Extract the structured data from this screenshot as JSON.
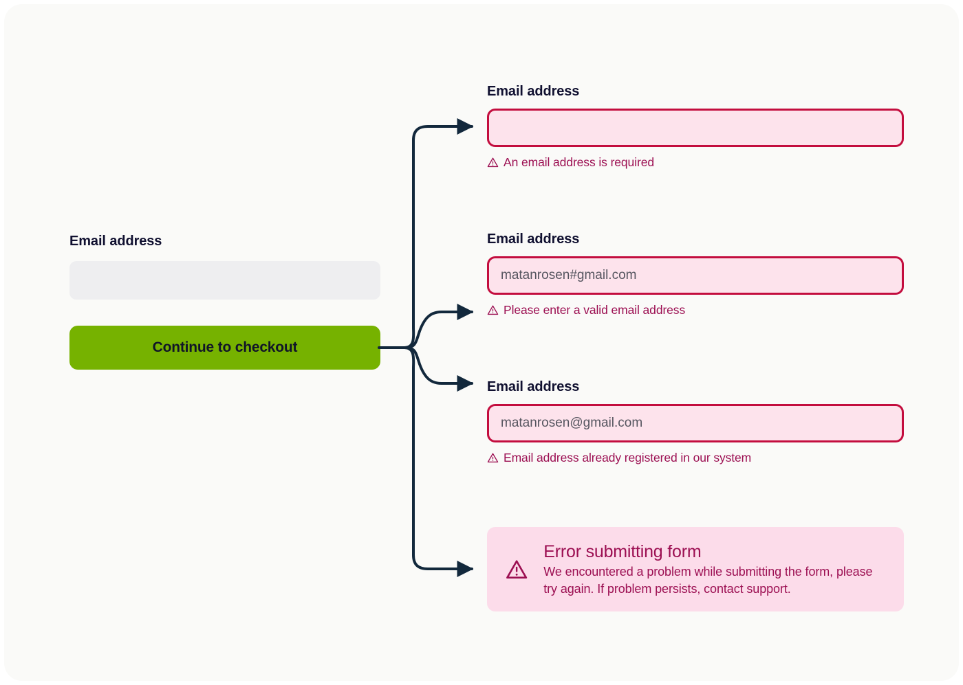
{
  "theme": {
    "page_bg": "#fafaf8",
    "accent_green": "#76b200",
    "error_border": "#c30d3e",
    "error_fill": "#fde3ec",
    "error_text": "#9c0f52",
    "label_color": "#101030",
    "connector_color": "#12283c",
    "neutral_input_bg": "#eeeef0"
  },
  "left_form": {
    "label": "Email address",
    "input_value": "",
    "input_placeholder": "",
    "submit_label": "Continue to checkout"
  },
  "states": [
    {
      "label": "Email address",
      "input_value": "",
      "input_placeholder": "",
      "error_text": "An email address is required",
      "icon": "warning-triangle-icon"
    },
    {
      "label": "Email address",
      "input_value": "",
      "input_placeholder": "matanrosen#gmail.com",
      "error_text": "Please enter a valid email address",
      "icon": "warning-triangle-icon"
    },
    {
      "label": "Email address",
      "input_value": "",
      "input_placeholder": "matanrosen@gmail.com",
      "error_text": "Email address already registered in our system",
      "icon": "warning-triangle-icon"
    }
  ],
  "alert": {
    "icon": "warning-triangle-icon",
    "title": "Error submitting form",
    "body": "We encountered a problem while submitting the form, please try again. If problem persists, contact support."
  }
}
